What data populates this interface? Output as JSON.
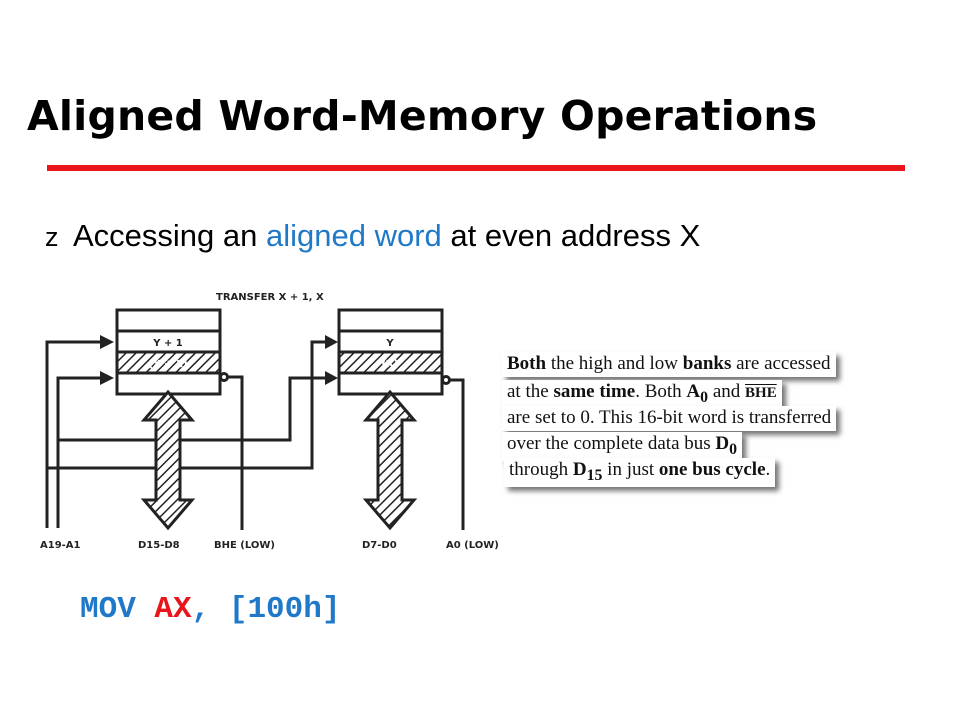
{
  "slide": {
    "title": "Aligned Word-Memory Operations",
    "bullet": {
      "marker": "z",
      "before": "Accessing an ",
      "highlight": "aligned word",
      "after": " at even address X"
    },
    "code": {
      "op": "MOV ",
      "reg": "AX",
      "rest": ", [100h]"
    },
    "colors": {
      "accent_red": "#e8161b",
      "accent_blue": "#1f79c8"
    }
  },
  "diagram": {
    "transfer_label": "TRANSFER X + 1, X",
    "high_bank": {
      "top_cell": "Y + 1",
      "addr_cell": "(X + 1)"
    },
    "low_bank": {
      "top_cell": "Y",
      "addr_cell": "(X)"
    },
    "labels": {
      "addr_bus": "A19-A1",
      "high_data": "D15-D8",
      "bhe": "BHE (LOW)",
      "low_data": "D7-D0",
      "a0": "A0 (LOW)"
    }
  },
  "explanation": {
    "l1": {
      "a": "Both",
      "b": " the high and low ",
      "c": "banks",
      "d": " are accessed"
    },
    "l2": {
      "a": "at the ",
      "b": "same time",
      "c": ". Both ",
      "d": "A",
      "d_sub": "0",
      "e": " and ",
      "f": "BHE"
    },
    "l3": {
      "a": "are set to 0. This 16-bit word is transferred"
    },
    "l4": {
      "a": "over the complete data bus ",
      "b": "D",
      "b_sub": "0"
    },
    "l5": {
      "a": "through ",
      "b": "D",
      "b_sub": "15",
      "c": " in just ",
      "d": "one bus cycle",
      "e": "."
    }
  }
}
